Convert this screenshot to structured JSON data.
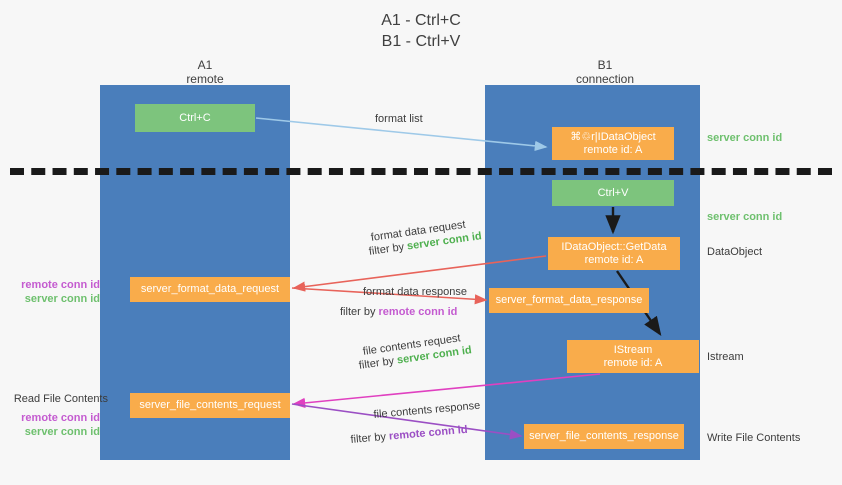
{
  "title": {
    "line1": "A1 - Ctrl+C",
    "line2": "B1 - Ctrl+V"
  },
  "columns": [
    {
      "name": "A1",
      "subtitle": "remote"
    },
    {
      "name": "B1",
      "subtitle": "connection"
    }
  ],
  "nodes": {
    "ctrl_c": {
      "label": "Ctrl+C",
      "color": "#7dc47d"
    },
    "idataobject": {
      "line1": "⌘♲r|IDataObject",
      "line2": "remote id: A",
      "color": "#f9ac4b"
    },
    "ctrl_v": {
      "label": "Ctrl+V",
      "color": "#7dc47d"
    },
    "getdata": {
      "line1": "IDataObject::GetData",
      "line2": "remote id: A",
      "color": "#f9ac4b"
    },
    "istream": {
      "line1": "IStream",
      "line2": "remote id: A",
      "color": "#f9ac4b"
    },
    "server_format_data_request": {
      "label": "server_format_data_request",
      "color": "#f9ac4b"
    },
    "server_format_data_response": {
      "label": "server_format_data_response",
      "color": "#f9ac4b"
    },
    "server_file_contents_request": {
      "label": "server_file_contents_request",
      "color": "#f9ac4b"
    },
    "server_file_contents_response": {
      "label": "server_file_contents_response",
      "color": "#f9ac4b"
    }
  },
  "side_labels": {
    "server_conn_id_top": "server conn id",
    "server_conn_id_mid": "server conn id",
    "dataobject": "DataObject",
    "istream": "Istream",
    "write_file_contents": "Write File Contents",
    "read_file_contents": "Read File Contents",
    "remote_conn_id": "remote conn id",
    "server_conn_id": "server conn id"
  },
  "edges": {
    "format_list": "format list",
    "format_data_request": "format data request",
    "format_data_request_filter_prefix": "filter by ",
    "format_data_request_filter_value": "server conn id",
    "format_data_response": "format data response",
    "format_data_response_filter_prefix": "filter by ",
    "format_data_response_filter_value": "remote conn id",
    "file_contents_request": "file contents request",
    "file_contents_request_filter_prefix": "filter by ",
    "file_contents_request_filter_value": "server conn id",
    "file_contents_response": "file contents response",
    "file_contents_response_filter_prefix": "filter by ",
    "file_contents_response_filter_value": "remote conn id"
  },
  "colors": {
    "lane": "#4a7ebb",
    "green_node": "#7dc47d",
    "orange_node": "#f9ac4b",
    "green_text": "#6ec06e",
    "magenta_text": "#c45bd0",
    "purple_arrow": "#9b4fc4",
    "red_arrow": "#e8635a",
    "blue_arrow": "#9ec9e8",
    "divider": "#1a1a1a"
  }
}
